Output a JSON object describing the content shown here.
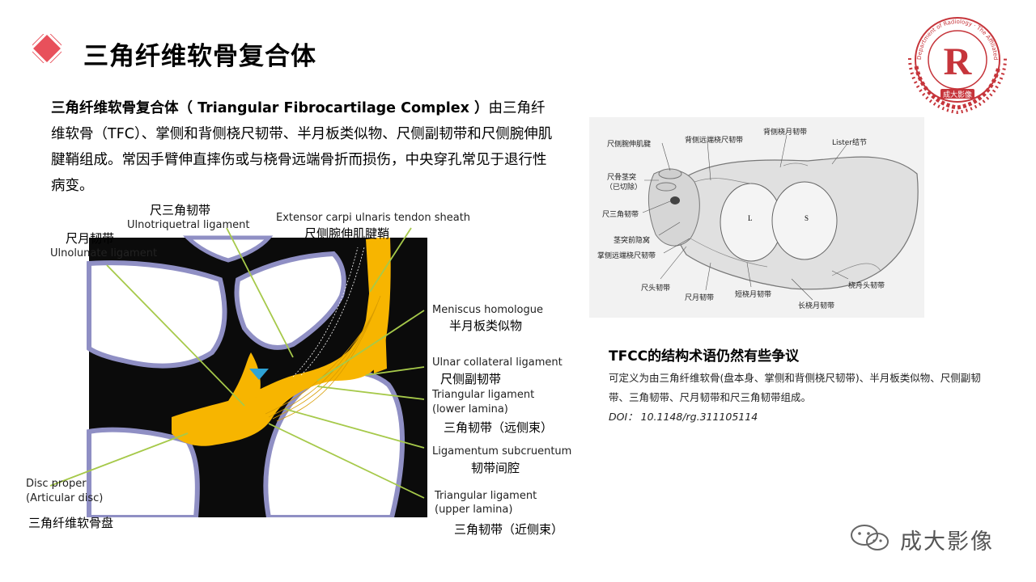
{
  "header": {
    "title": "三角纤维软骨复合体",
    "accent_color": "#e8505b"
  },
  "logo": {
    "letter": "R",
    "ring_text": "Department of Radiology · The Affiliated Hospital of Chengdu University",
    "badge_text": "成大影像",
    "color": "#c6353b"
  },
  "intro": {
    "term": "三角纤维软骨复合体（ Triangular Fibrocartilage Complex ）",
    "text": "由三角纤维软骨（TFC）、掌侧和背侧桡尺韧带、半月板类似物、尺侧副韧带和尺侧腕伸肌腱鞘组成。常因手臂伸直摔伤或与桡骨远端骨折而损伤，中央穿孔常见于退行性病变。"
  },
  "left_diagram": {
    "labels": {
      "ut_cn": "尺三角韧带",
      "ut_en": "Ulnotriquetral ligament",
      "ul_cn": "尺月韧带",
      "ul_en": "Ulnolunate ligament",
      "ecu_en": "Extensor carpi ulnaris tendon sheath",
      "ecu_cn": "尺侧腕伸肌腱鞘",
      "mh_en": "Meniscus homologue",
      "mh_cn": "半月板类似物",
      "ucl_en": "Ulnar collateral ligament",
      "ucl_cn": "尺侧副韧带",
      "tll_en1": "Triangular ligament",
      "tll_en2": "(lower lamina)",
      "tll_cn": "三角韧带（远侧束）",
      "ls_en": "Ligamentum subcruentum",
      "ls_cn": "韧带间腔",
      "tul_en1": "Triangular ligament",
      "tul_en2": "(upper lamina)",
      "tul_cn": "三角韧带（近侧束）",
      "dp_en1": "Disc proper",
      "dp_en2": "(Articular disc)",
      "dp_cn": "三角纤维软骨盘"
    },
    "colors": {
      "bone": "#ffffff",
      "cartilage": "#8f8fc4",
      "background": "#0b0b0b",
      "ligament": "#f7b500",
      "leader": "#a6c94a",
      "marker": "#2ea3d6"
    }
  },
  "right_figure": {
    "labels": {
      "ecu_tendon": "尺侧腕伸肌腱",
      "dorsal_ru": "背侧远端桡尺韧带",
      "dorsal_rl": "背侧桡月韧带",
      "lister": "Lister结节",
      "styloid": "尺骨茎突",
      "styloid_cut": "（已切除）",
      "ut": "尺三角韧带",
      "prestyloid": "茎突前隐窝",
      "palmar_ru": "掌侧远端桡尺韧带",
      "uc": "尺头韧带",
      "ul": "尺月韧带",
      "srl": "短桡月韧带",
      "lrl": "长桡月韧带",
      "rsc": "桡舟头韧带",
      "fossa_l": "L",
      "fossa_s": "S"
    }
  },
  "note": {
    "heading": "TFCC的结构术语仍然有些争议",
    "body": "可定义为由三角纤维软骨(盘本身、掌侧和背侧桡尺韧带)、半月板类似物、尺侧副韧带、三角韧带、尺月韧带和尺三角韧带组成。",
    "doi": "DOI：  10.1148/rg.311105114"
  },
  "watermark": {
    "text": "成大影像",
    "icon": "wechat-icon"
  }
}
